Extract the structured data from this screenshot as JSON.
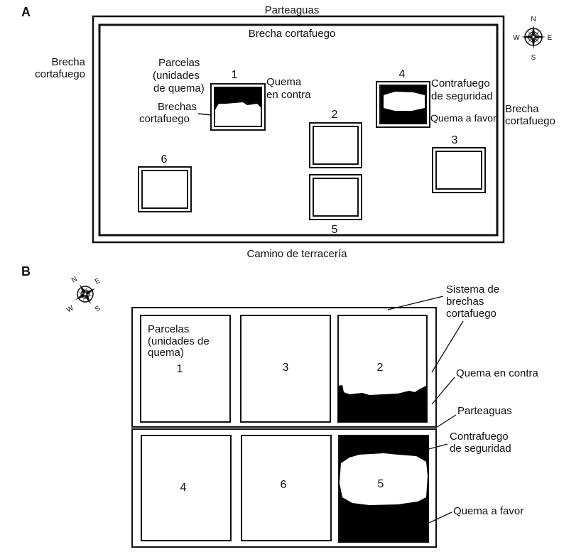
{
  "panel_a": {
    "letter": "A",
    "top_label": "Parteaguas",
    "inner_top_label": "Brecha cortafuego",
    "left_label": [
      "Brecha",
      "cortafuego"
    ],
    "right_label": [
      "Brecha",
      "cortafuego"
    ],
    "bottom_label": "Camino de terracería",
    "plots_label": [
      "Parcelas",
      "(unidades",
      "de quema)"
    ],
    "firebreaks_label": [
      "Brechas",
      "cortafuego"
    ],
    "backfire_label": [
      "Quema",
      "en contra"
    ],
    "safety_label": [
      "Contrafuego",
      "de seguridad"
    ],
    "headfire_label": "Quema a favor",
    "plot_numbers": [
      "1",
      "2",
      "3",
      "4",
      "5",
      "6"
    ],
    "compass": {
      "n": "N",
      "s": "S",
      "e": "E",
      "w": "W"
    }
  },
  "panel_b": {
    "letter": "B",
    "system_label": [
      "Sistema de",
      "brechas",
      "cortafuego"
    ],
    "backfire_label": "Quema en contra",
    "watershed_label": "Parteaguas",
    "safety_label": [
      "Contrafuego",
      "de seguridad"
    ],
    "headfire_label": "Quema a favor",
    "plots_label": [
      "Parcelas",
      "(unidades de",
      "quema)"
    ],
    "plot_numbers": [
      "1",
      "3",
      "2",
      "4",
      "6",
      "5"
    ],
    "compass": {
      "n": "N",
      "s": "S",
      "e": "E",
      "w": "W"
    }
  }
}
